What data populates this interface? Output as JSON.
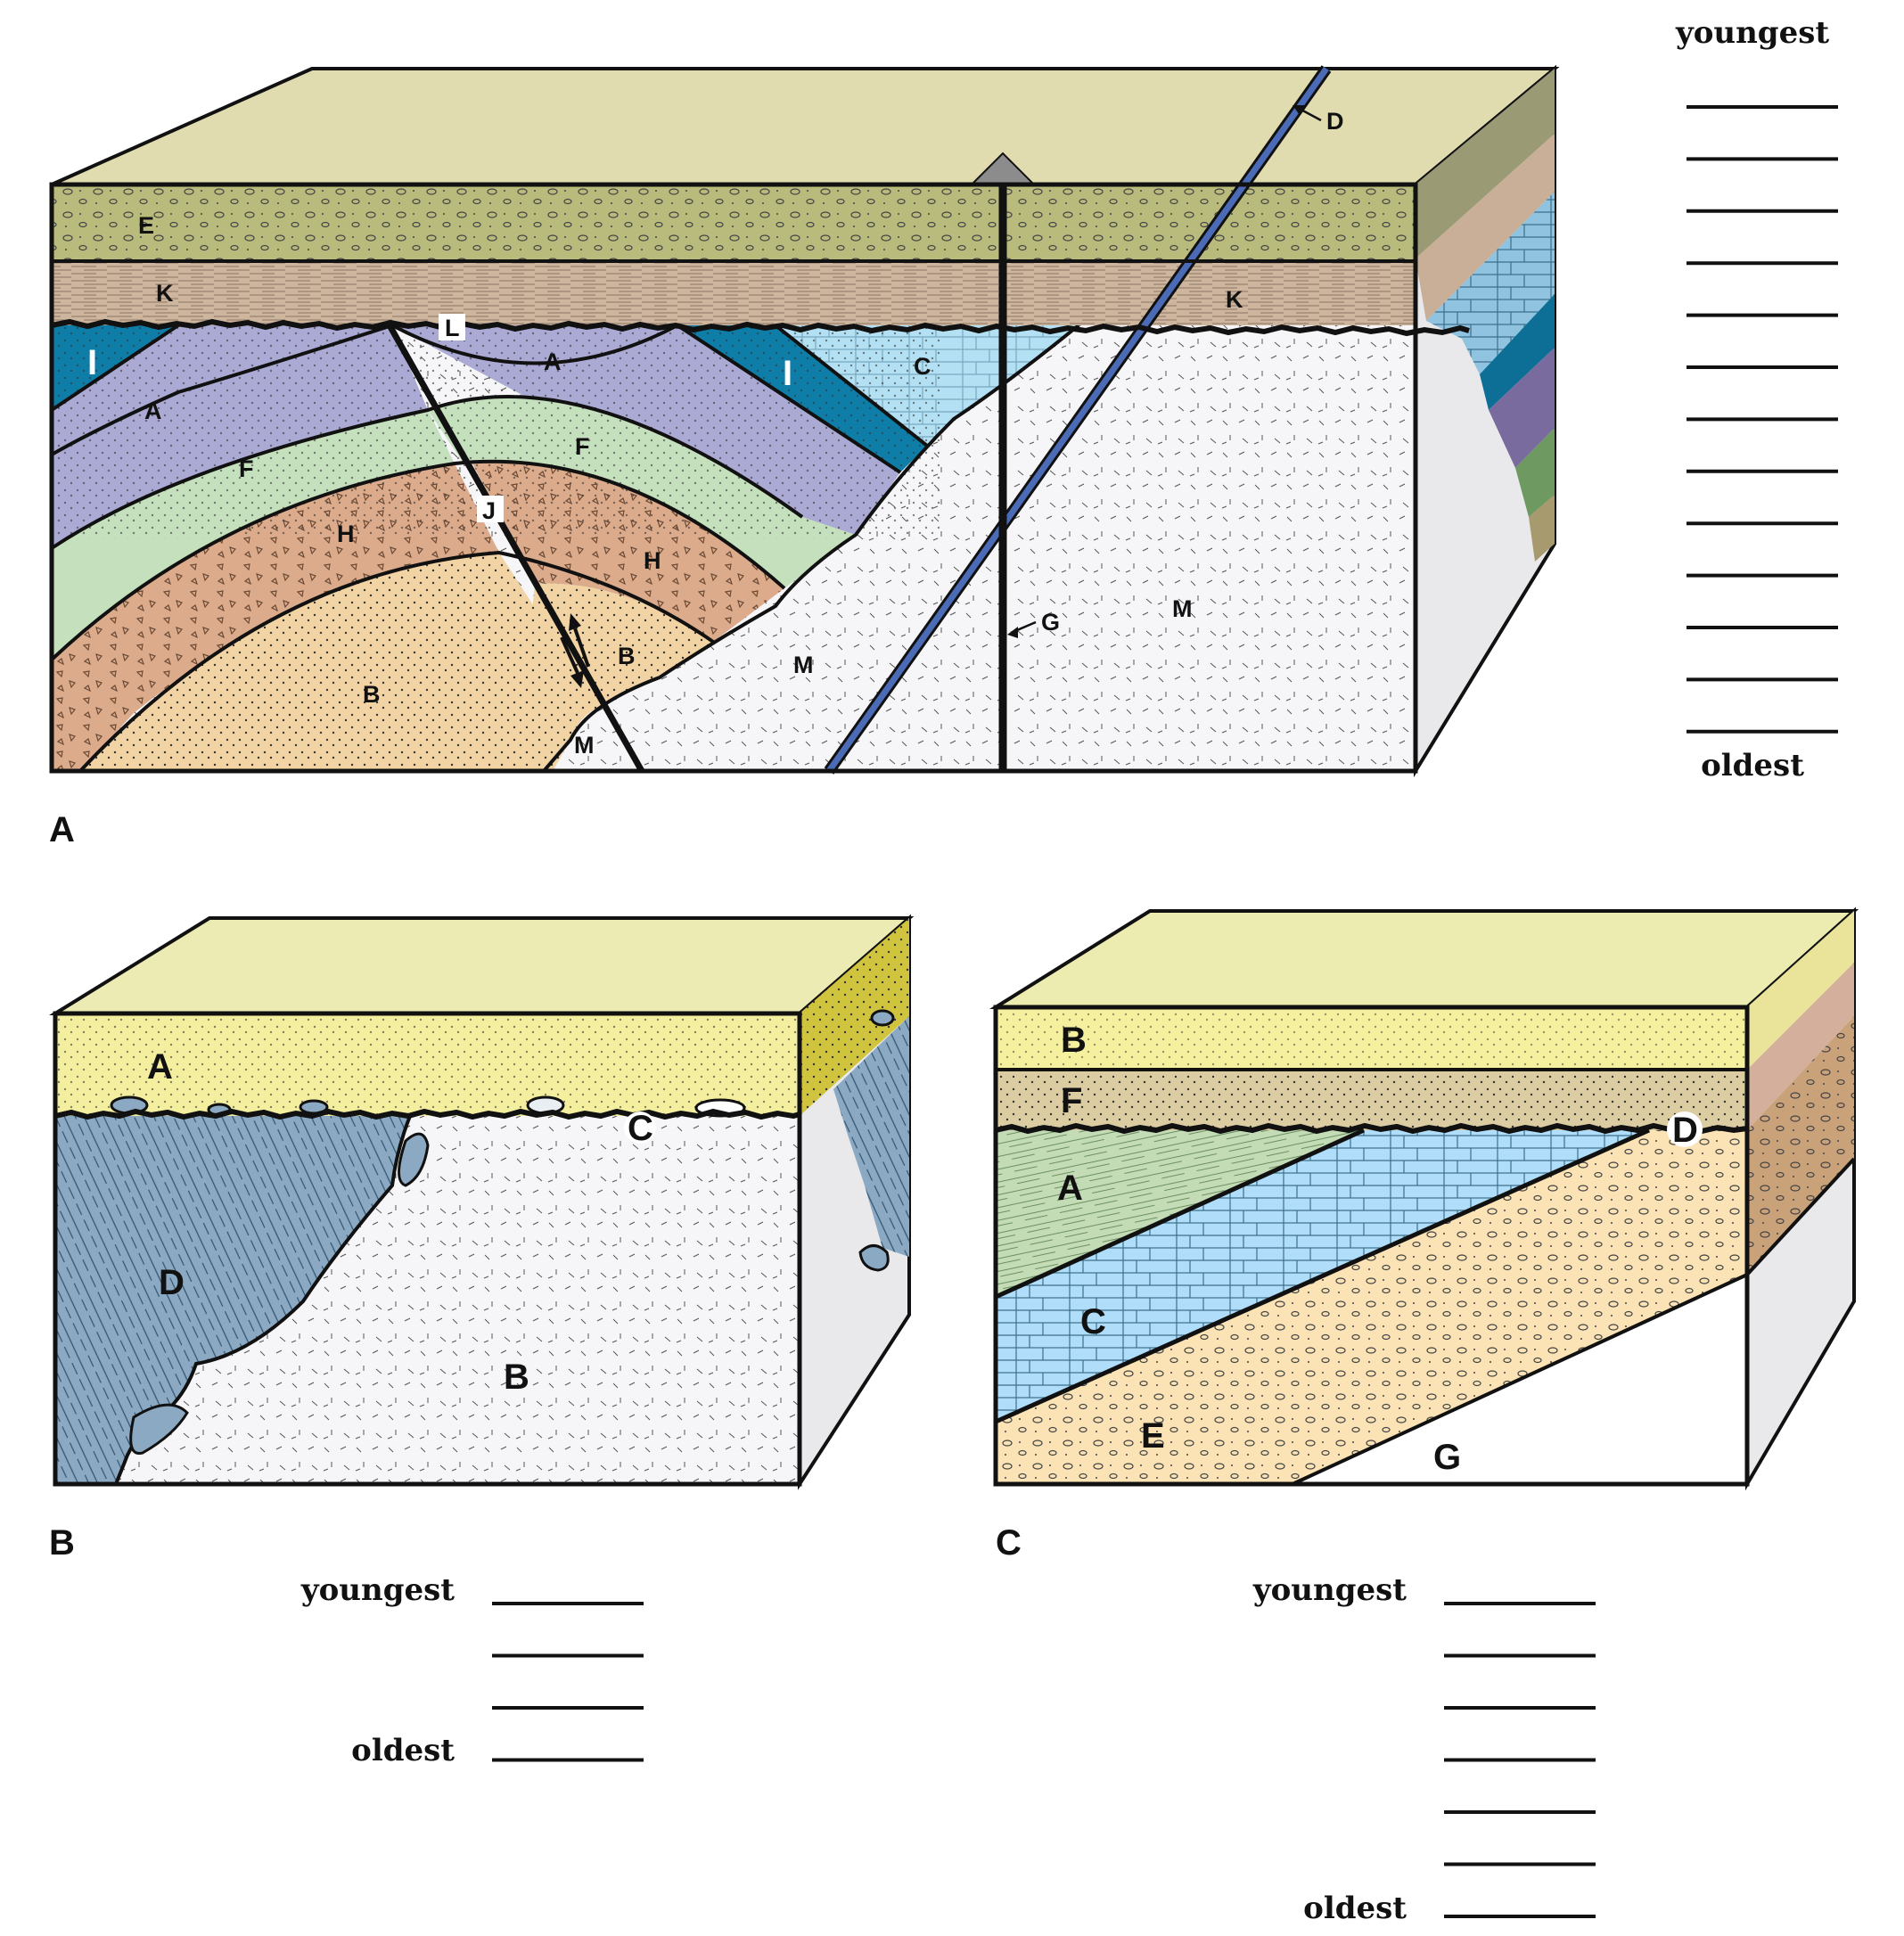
{
  "panels": [
    {
      "id": "A",
      "panel_label": "A",
      "unit_labels": [
        "E",
        "K",
        "K",
        "L",
        "I",
        "I",
        "A",
        "A",
        "C",
        "F",
        "F",
        "J",
        "H",
        "H",
        "B",
        "B",
        "M",
        "M",
        "M",
        "G",
        "D"
      ],
      "sequence": {
        "top_label": "youngest",
        "bottom_label": "oldest",
        "blank_count": 13
      }
    },
    {
      "id": "B",
      "panel_label": "B",
      "unit_labels": [
        "A",
        "C",
        "D",
        "B"
      ],
      "sequence": {
        "top_label": "youngest",
        "bottom_label": "oldest",
        "blank_count": 4
      }
    },
    {
      "id": "C",
      "panel_label": "C",
      "unit_labels": [
        "B",
        "F",
        "D",
        "A",
        "C",
        "E",
        "G"
      ],
      "sequence": {
        "top_label": "youngest",
        "bottom_label": "oldest",
        "blank_count": 7
      }
    }
  ],
  "colors": {
    "top_surface_A": "#e0dcb0",
    "layer_E": "#b9bb7c",
    "layer_K": "#cdb59e",
    "layer_I": "#0e7da7",
    "layer_A": "#abaad4",
    "layer_F": "#c5e0bd",
    "layer_H": "#dbab8c",
    "layer_B": "#f1d3a4",
    "layer_C": "#b4e0f4",
    "intrusion_M": "#f6f6f8",
    "dike_D": "#4b6bb6",
    "top_surface_B": "#ecebb3",
    "layer_A_blockB": "#f4ef9f",
    "layer_D_blockB": "#8ba9c3",
    "side_B": "#d0c43e",
    "top_surface_C": "#ececb0",
    "layer_B_blockC": "#f5f09e",
    "layer_F_blockC": "#dbcca2",
    "layer_A_blockC": "#c3dcb5",
    "layer_C_blockC": "#b0defa",
    "layer_E_blockC": "#fbe3b5"
  }
}
